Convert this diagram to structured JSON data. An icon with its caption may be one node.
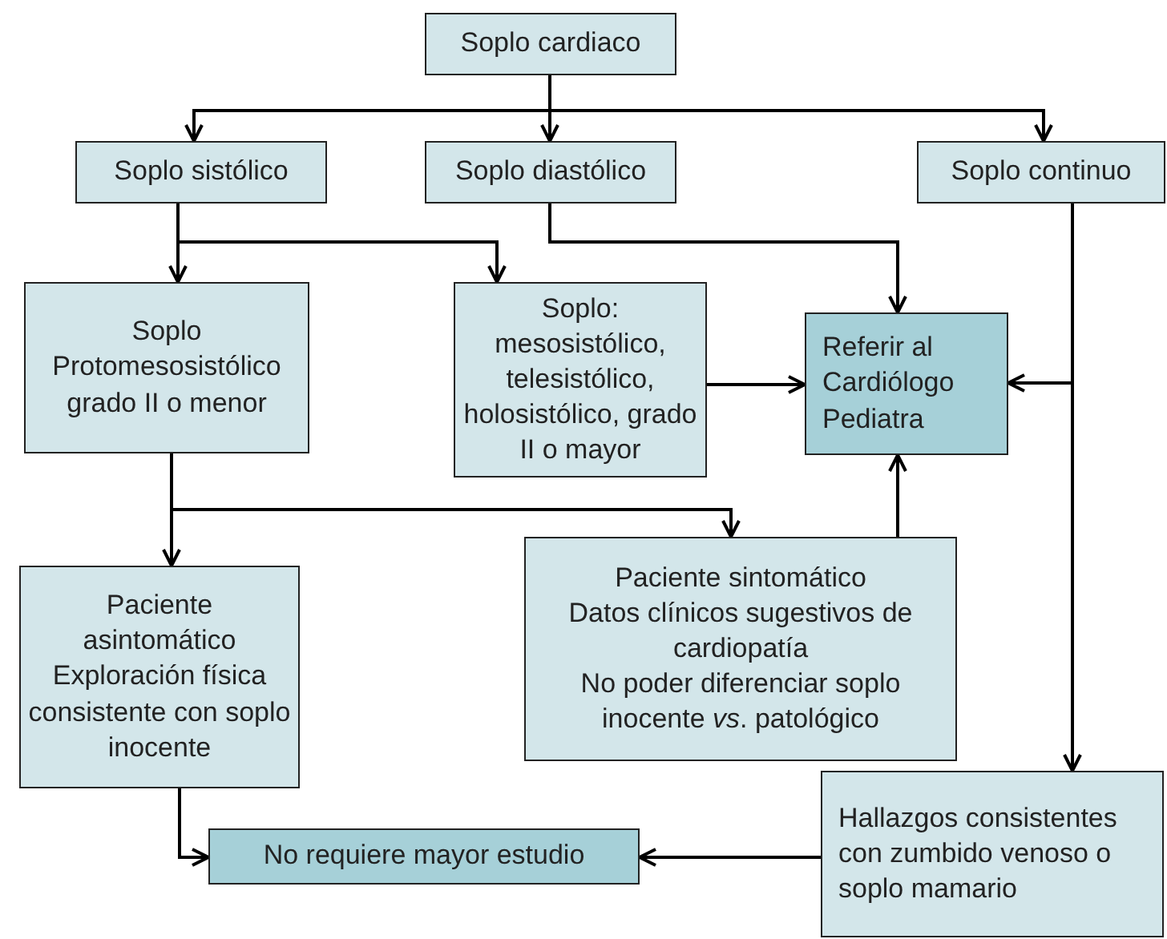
{
  "diagram": {
    "nodes": [
      {
        "text": [
          "Soplo cardiaco"
        ]
      },
      {
        "text": [
          "Soplo sistólico"
        ]
      },
      {
        "text": [
          "Soplo diastólico"
        ]
      },
      {
        "text": [
          "Soplo continuo"
        ]
      },
      {
        "text": [
          "Soplo Protomesosistólico grado II o menor"
        ]
      },
      {
        "text": [
          "Soplo: mesosistólico, telesistólico, holosistólico, grado II o mayor"
        ]
      },
      {
        "text": [
          "Referir al Cardiólogo Pediatra"
        ]
      },
      {
        "text": [
          "Paciente sintomático",
          "Datos clínicos sugestivos de cardiopatía",
          "No poder diferenciar soplo inocente *vs*. patológico"
        ]
      },
      {
        "text": [
          "Paciente asintomático",
          "Exploración física consistente con soplo inocente"
        ]
      },
      {
        "text": [
          "No requiere mayor estudio"
        ]
      },
      {
        "text": [
          "Hallazgos consistentes con zumbido venoso o soplo mamario"
        ]
      }
    ],
    "edges": [
      {
        "from": 0,
        "to": 1,
        "arrow": "to"
      },
      {
        "from": 0,
        "to": 2,
        "arrow": "to"
      },
      {
        "from": 0,
        "to": 3,
        "arrow": "to"
      },
      {
        "from": 1,
        "to": 4,
        "arrow": "to"
      },
      {
        "from": 1,
        "to": 5,
        "arrow": "to"
      },
      {
        "from": 2,
        "to": 6,
        "arrow": "to"
      },
      {
        "from": 5,
        "to": 6,
        "arrow": "to"
      },
      {
        "from": 3,
        "to": 6,
        "arrow": "to"
      },
      {
        "from": 3,
        "to": 10,
        "arrow": "to"
      },
      {
        "from": 4,
        "to": 8,
        "arrow": "to"
      },
      {
        "from": 4,
        "to": 7,
        "arrow": "to"
      },
      {
        "from": 7,
        "to": 6,
        "arrow": "to"
      },
      {
        "from": 8,
        "to": 9,
        "arrow": "to"
      },
      {
        "from": 10,
        "to": 9,
        "arrow": "to"
      }
    ]
  }
}
